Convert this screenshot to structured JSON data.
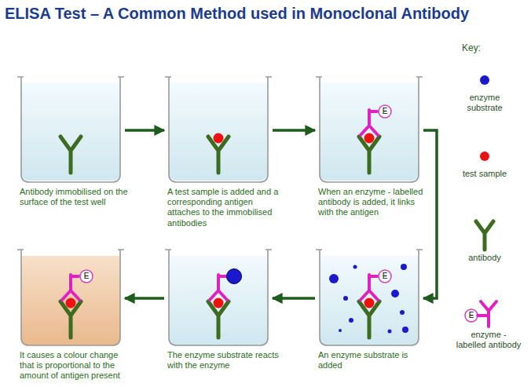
{
  "diagram": {
    "title": "ELISA Test – A Common Method used in Monoclonal Antibody",
    "nodes": [
      {
        "text": [
          "Antibody immobilised on the surface of the test well"
        ]
      },
      {
        "text": [
          "A test sample is added and a corresponding antigen attaches to the immobilised antibodies"
        ]
      },
      {
        "text": [
          "When an enzyme - labelled antibody is added, it links with the antigen"
        ]
      },
      {
        "text": [
          "It causes a colour change that is proportional to the amount of antigen present"
        ]
      },
      {
        "text": [
          "The enzyme substrate reacts with the enzyme"
        ]
      },
      {
        "text": [
          "An enzyme substrate is added"
        ]
      }
    ],
    "edges": [
      {
        "from": 0,
        "to": 1,
        "arrow": "to"
      },
      {
        "from": 1,
        "to": 2,
        "arrow": "to"
      },
      {
        "from": 2,
        "to": 5,
        "arrow": "to"
      },
      {
        "from": 5,
        "to": 4,
        "arrow": "to"
      },
      {
        "from": 4,
        "to": 3,
        "arrow": "to"
      }
    ],
    "labels": [
      "Key:",
      "E",
      "E",
      "E",
      "E"
    ],
    "legend": [
      {
        "text": "enzyme substrate",
        "color": "#1a1acc"
      },
      {
        "text": "test sample",
        "color": "#ee1111"
      },
      {
        "text": "antibody"
      },
      {
        "text": "enzyme - labelled antibody"
      }
    ]
  }
}
